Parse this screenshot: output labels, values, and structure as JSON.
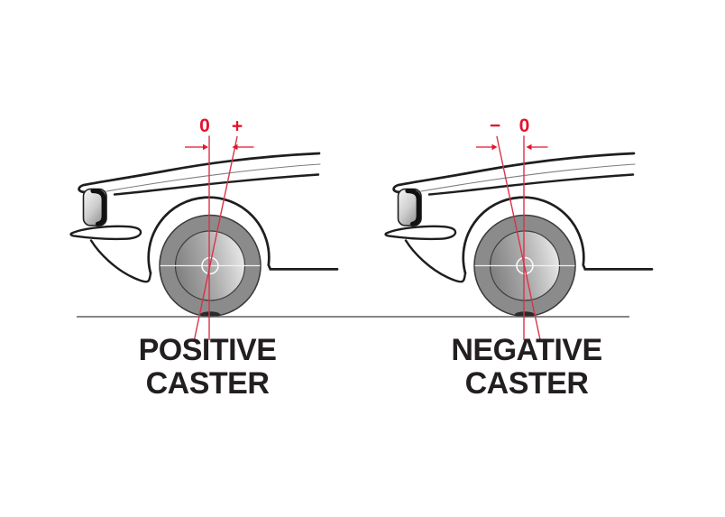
{
  "colors": {
    "background": "#ffffff",
    "outline": "#1e1e1e",
    "red": "#e2142c",
    "red_line": "#d8324a",
    "tire": "#8b8b8b",
    "hub_dark": "#7f7f7f",
    "hub_light": "#e3e3e3",
    "ground": "#5f5f5f",
    "caption_text": "#231f20"
  },
  "left_diagram": {
    "zero_label": "0",
    "sign_label": "+",
    "caption_line1": "POSITIVE",
    "caption_line2": "CASTER"
  },
  "right_diagram": {
    "sign_label": "−",
    "zero_label": "0",
    "caption_line1": "NEGATIVE",
    "caption_line2": "CASTER"
  }
}
